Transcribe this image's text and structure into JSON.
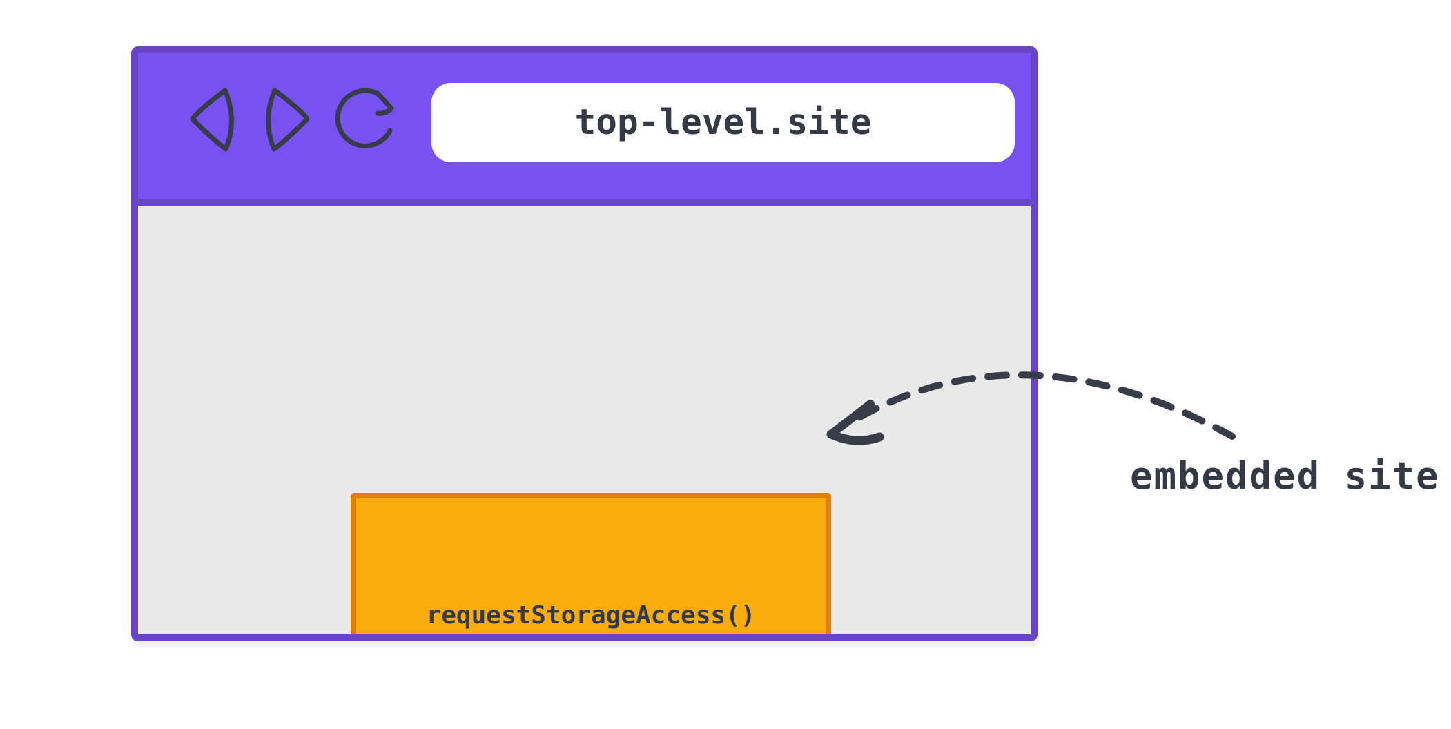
{
  "colors": {
    "page_bg": "#FFFFFF",
    "window_border": "#6743C6",
    "toolbar": "#7752F0",
    "content_bg": "#E9E9E9",
    "address_bar_bg": "#FFFFFF",
    "frame_fill": "#FAAC0D",
    "frame_border": "#E08104",
    "ink": "#363D49",
    "text": "#333A46"
  },
  "browser": {
    "toolbar": {
      "icons": [
        {
          "name": "back-icon"
        },
        {
          "name": "forward-icon"
        },
        {
          "name": "reload-icon"
        }
      ],
      "address_bar": {
        "value": "top-level.site"
      }
    },
    "content": {
      "embedded_frame": {
        "label": "requestStorageAccess()"
      }
    }
  },
  "annotation": {
    "label": "embedded site",
    "arrow": "dashed-curved-arrow"
  }
}
